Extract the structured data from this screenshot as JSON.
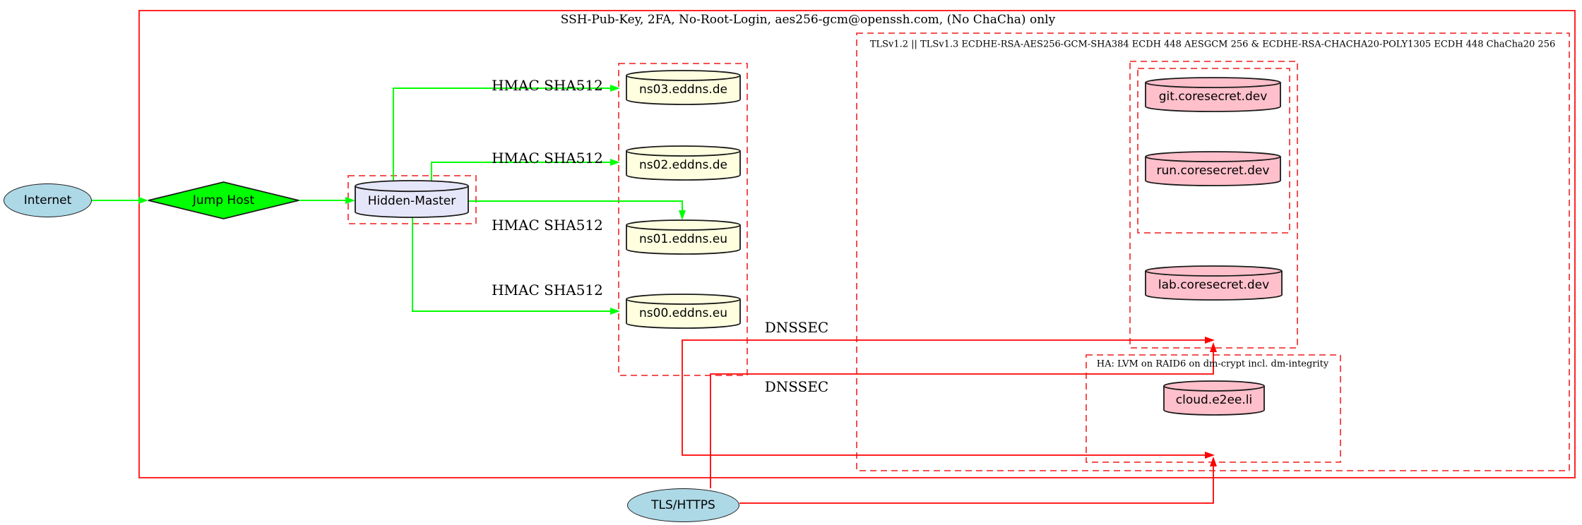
{
  "colors": {
    "edge_green": "#00ff00",
    "edge_red": "#ff0000",
    "cluster_border": "#f23b3b",
    "outer_border": "#ff2626",
    "node_border": "#1a1a1a",
    "fill_lightblue": "#add8e6",
    "fill_green": "#00ff00",
    "fill_lavender": "#e6e6fa",
    "fill_lightyellow": "#ffffe0",
    "fill_pink": "#ffc0cb"
  },
  "outer_box": {
    "label": "SSH-Pub-Key, 2FA, No-Root-Login, aes256-gcm@openssh.com, (No ChaCha) only"
  },
  "clusters": {
    "tls": {
      "label": "TLSv1.2 || TLSv1.3 ECDHE-RSA-AES256-GCM-SHA384 ECDH 448 AESGCM 256 & ECDHE-RSA-CHACHA20-POLY1305 ECDH 448 ChaCha20 256"
    },
    "ha": {
      "label": "HA: LVM on RAID6 on dm-crypt incl. dm-integrity"
    }
  },
  "nodes": {
    "internet": {
      "label": "Internet",
      "shape": "ellipse",
      "fill": "#add8e6"
    },
    "jump_host": {
      "label": "Jump Host",
      "shape": "diamond",
      "fill": "#00ff00"
    },
    "hidden_master": {
      "label": "Hidden-Master",
      "shape": "cylinder",
      "fill": "#e6e6fa"
    },
    "ns03": {
      "label": "ns03.eddns.de",
      "shape": "cylinder",
      "fill": "#ffffe0"
    },
    "ns02": {
      "label": "ns02.eddns.de",
      "shape": "cylinder",
      "fill": "#ffffe0"
    },
    "ns01": {
      "label": "ns01.eddns.eu",
      "shape": "cylinder",
      "fill": "#ffffe0"
    },
    "ns00": {
      "label": "ns00.eddns.eu",
      "shape": "cylinder",
      "fill": "#ffffe0"
    },
    "git": {
      "label": "git.coresecret.dev",
      "shape": "cylinder",
      "fill": "#ffc0cb"
    },
    "run": {
      "label": "run.coresecret.dev",
      "shape": "cylinder",
      "fill": "#ffc0cb"
    },
    "lab": {
      "label": "lab.coresecret.dev",
      "shape": "cylinder",
      "fill": "#ffc0cb"
    },
    "cloud": {
      "label": "cloud.e2ee.li",
      "shape": "cylinder",
      "fill": "#ffc0cb"
    },
    "tls_https": {
      "label": "TLS/HTTPS",
      "shape": "ellipse",
      "fill": "#add8e6"
    }
  },
  "edge_labels": {
    "hmac_sha512": "HMAC SHA512",
    "dnssec": "DNSSEC"
  },
  "edges": [
    {
      "from": "Internet",
      "to": "Jump Host",
      "label": "",
      "color": "green"
    },
    {
      "from": "Jump Host",
      "to": "Hidden-Master",
      "label": "",
      "color": "green"
    },
    {
      "from": "Hidden-Master",
      "to": "ns03.eddns.de",
      "label": "HMAC SHA512",
      "color": "green"
    },
    {
      "from": "Hidden-Master",
      "to": "ns02.eddns.de",
      "label": "HMAC SHA512",
      "color": "green"
    },
    {
      "from": "Hidden-Master",
      "to": "ns01.eddns.eu",
      "label": "HMAC SHA512",
      "color": "green"
    },
    {
      "from": "Hidden-Master",
      "to": "ns00.eddns.eu",
      "label": "HMAC SHA512",
      "color": "green"
    },
    {
      "from": "dns-cluster",
      "to": "coresecret-cluster",
      "label": "DNSSEC",
      "color": "red"
    },
    {
      "from": "dns-cluster",
      "to": "ha-cluster",
      "label": "DNSSEC",
      "color": "red"
    },
    {
      "from": "TLS/HTTPS",
      "to": "coresecret-cluster",
      "label": "",
      "color": "red"
    },
    {
      "from": "TLS/HTTPS",
      "to": "ha-cluster",
      "label": "",
      "color": "red"
    }
  ]
}
